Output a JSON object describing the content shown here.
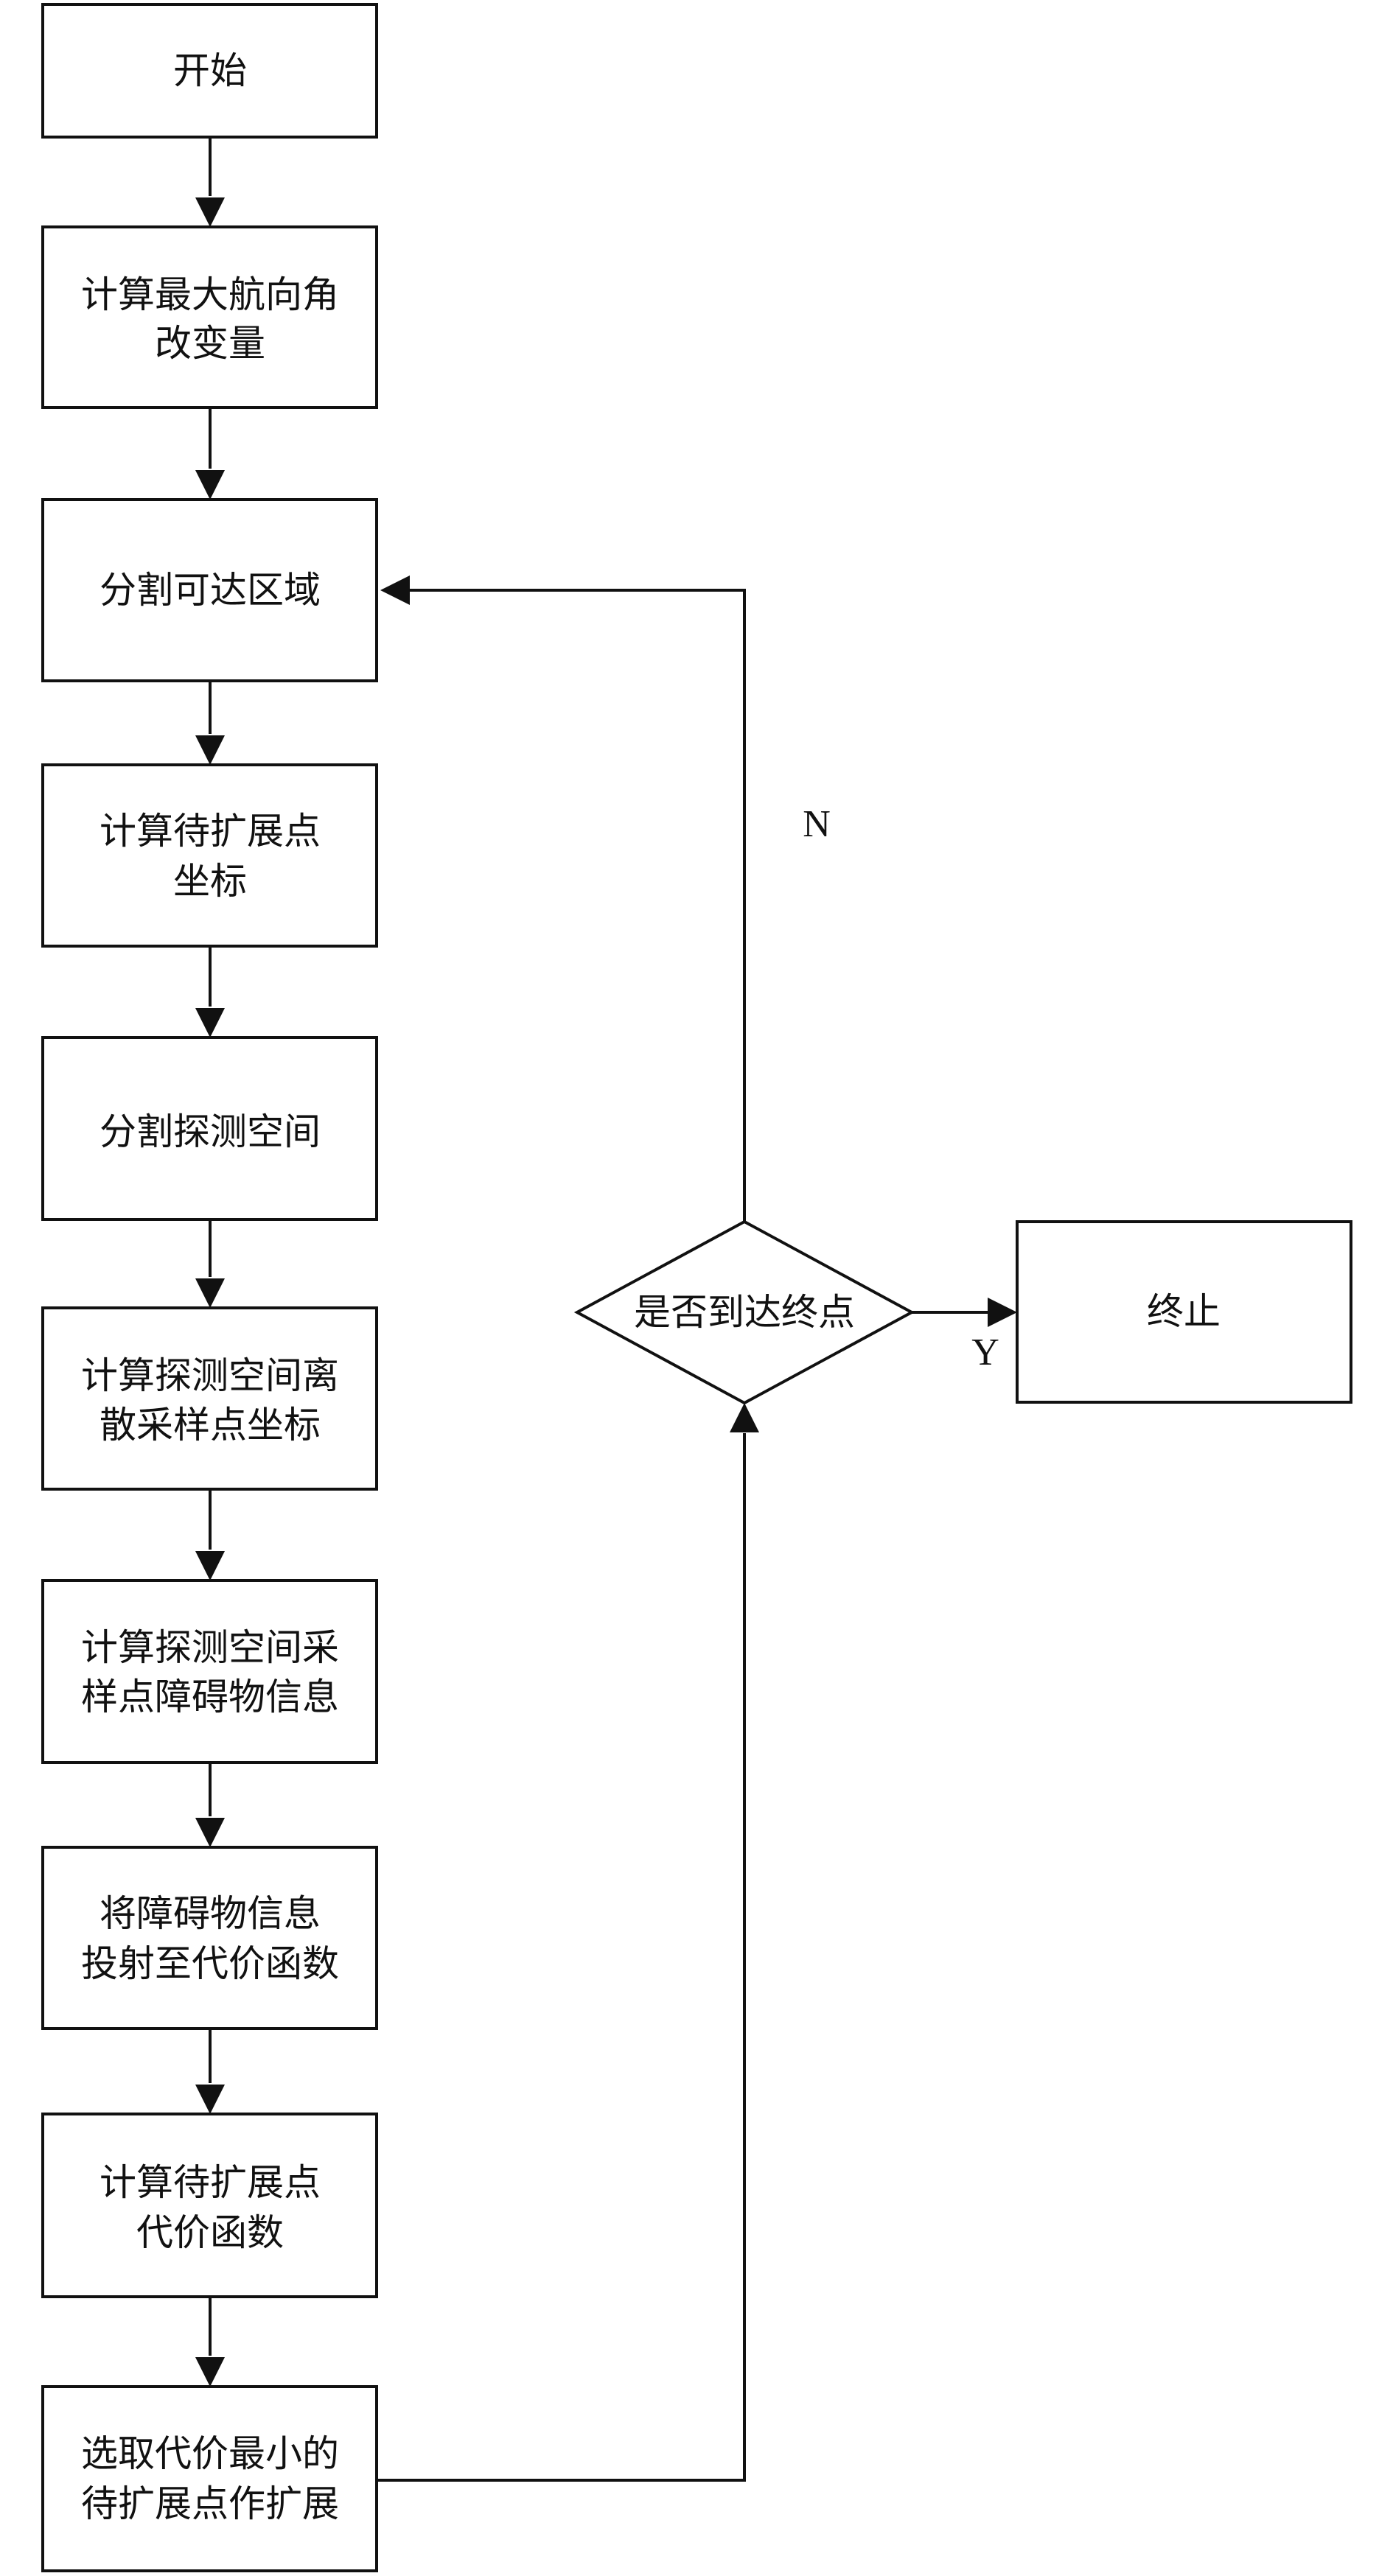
{
  "nodes": {
    "start": {
      "lines": [
        "开始"
      ]
    },
    "max_heading": {
      "lines": [
        "计算最大航向角",
        "改变量"
      ]
    },
    "split_reachable": {
      "lines": [
        "分割可达区域"
      ]
    },
    "expand_coords": {
      "lines": [
        "计算待扩展点",
        "坐标"
      ]
    },
    "split_detect": {
      "lines": [
        "分割探测空间"
      ]
    },
    "discrete_coords": {
      "lines": [
        "计算探测空间离",
        "散采样点坐标"
      ]
    },
    "obstacle_info": {
      "lines": [
        "计算探测空间采",
        "样点障碍物信息"
      ]
    },
    "project_cost": {
      "lines": [
        "将障碍物信息",
        "投射至代价函数"
      ]
    },
    "cost_fn": {
      "lines": [
        "计算待扩展点",
        "代价函数"
      ]
    },
    "select_min": {
      "lines": [
        "选取代价最小的",
        "待扩展点作扩展"
      ]
    },
    "decision": {
      "lines": [
        "是否到达终点"
      ]
    },
    "end": {
      "lines": [
        "终止"
      ]
    }
  },
  "edge_labels": {
    "no": "N",
    "yes": "Y"
  },
  "colors": {
    "stroke": "#111111",
    "fill": "#ffffff",
    "text": "#111111"
  }
}
